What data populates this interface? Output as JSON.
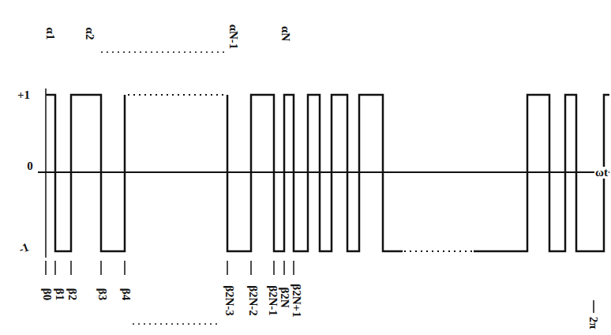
{
  "diagram": {
    "labels": [
      "α1",
      "α2",
      "αN-1",
      "αN",
      "+1",
      "0",
      "-1",
      "ωt",
      "β0",
      "β1",
      "β2",
      "β3",
      "β4",
      "β2N-3",
      "β2N-2",
      "β2N-1",
      "β2N",
      "β2N+1",
      "2π"
    ]
  }
}
